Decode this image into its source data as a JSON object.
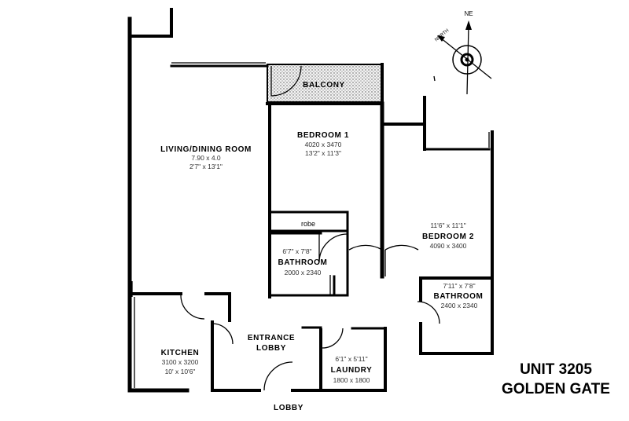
{
  "rooms": {
    "balcony": {
      "name": "BALCONY"
    },
    "living": {
      "name": "LIVING/DINING ROOM",
      "dim_metric": "7.90 x 4.0",
      "dim_imperial": "2'7\" x 13'1\""
    },
    "bedroom1": {
      "name": "BEDROOM 1",
      "dim_metric": "4020 x 3470",
      "dim_imperial": "13'2\" x 11'3\"",
      "robe": "robe"
    },
    "bedroom2": {
      "name": "BEDROOM 2",
      "dim_imperial": "11'6\" x 11'1\"",
      "dim_metric": "4090 x 3400"
    },
    "bathroom1": {
      "name": "BATHROOM",
      "dim_imperial": "6'7\" x 7'8\"",
      "dim_metric": "2000 x 2340"
    },
    "bathroom2": {
      "name": "BATHROOM",
      "dim_imperial": "7'11\" x 7'8\"",
      "dim_metric": "2400 x 2340"
    },
    "entrance": {
      "name_line1": "ENTRANCE",
      "name_line2": "LOBBY"
    },
    "kitchen": {
      "name": "KITCHEN",
      "dim_metric": "3100 x 3200",
      "dim_imperial": "10' x 10'6\""
    },
    "laundry": {
      "name": "LAUNDRY",
      "dim_imperial": "6'1\" x 5'11\"",
      "dim_metric": "1800 x 1800"
    },
    "lobby": {
      "name": "LOBBY"
    }
  },
  "compass": {
    "ne": "NE",
    "north": "NORTH"
  },
  "unit": {
    "line1": "UNIT 3205",
    "line2": "GOLDEN GATE"
  }
}
